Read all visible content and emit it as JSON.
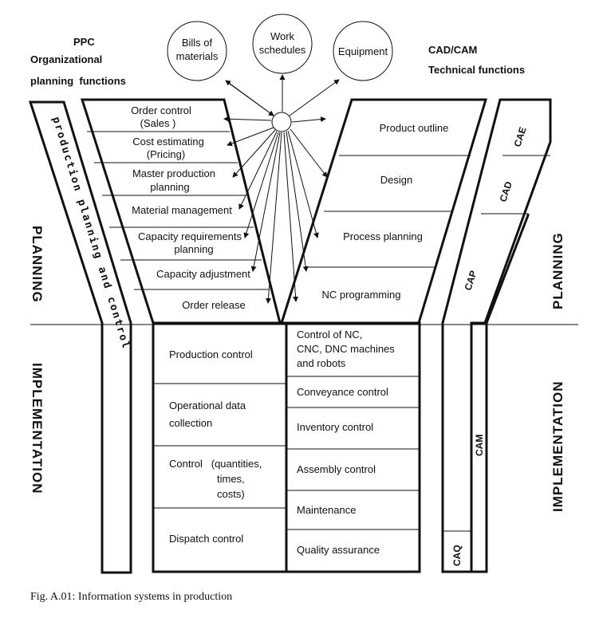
{
  "headers": {
    "ppc": [
      "PPC",
      "Organizational",
      "planning  functions"
    ],
    "cad_cam": [
      "CAD/CAM",
      "Technical functions"
    ]
  },
  "circles": [
    [
      "Bills of",
      "materials"
    ],
    [
      "Work",
      "schedules"
    ],
    [
      "Equipment"
    ]
  ],
  "left_planning": [
    [
      "Order control",
      "(Sales )"
    ],
    [
      "Cost estimating",
      "(Pricing)"
    ],
    [
      "Master production",
      "planning"
    ],
    [
      "Material management"
    ],
    [
      "Capacity requirements",
      "planning"
    ],
    [
      "Capacity adjustment"
    ],
    [
      "Order release"
    ]
  ],
  "right_planning": [
    "Product outline",
    "Design",
    "Process planning",
    "NC programming"
  ],
  "left_impl": [
    [
      "Production control"
    ],
    [
      "Operational data",
      "collection"
    ],
    [
      "Control   (quantities,",
      "times,",
      "costs)"
    ],
    [
      "Dispatch control"
    ]
  ],
  "right_impl": [
    [
      "Control of NC,",
      "CNC, DNC machines",
      "and robots"
    ],
    [
      "Conveyance control"
    ],
    [
      "Inventory control"
    ],
    [
      "Assembly control"
    ],
    [
      "Maintenance"
    ],
    [
      "Quality assurance"
    ]
  ],
  "side_labels": {
    "planning": "PLANNING",
    "implementation": "IMPLEMENTATION",
    "ppc_band": "production planning and control",
    "cae": "CAE",
    "cad": "CAD",
    "cap": "CAP",
    "cam": "CAM",
    "caq": "CAQ"
  },
  "caption": "Fig. A.01: Information systems in production"
}
